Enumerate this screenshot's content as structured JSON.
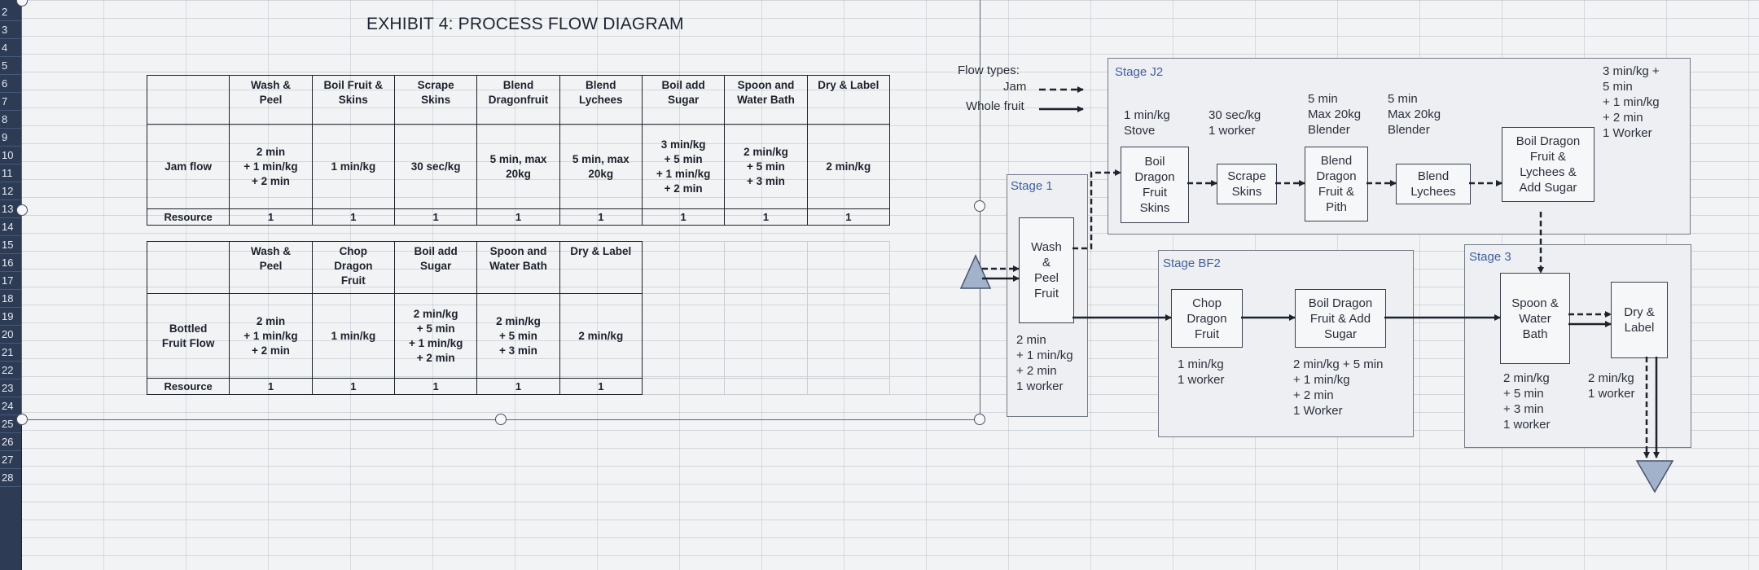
{
  "row_numbers": [
    "2",
    "3",
    "4",
    "5",
    "6",
    "7",
    "8",
    "9",
    "10",
    "11",
    "12",
    "13",
    "14",
    "15",
    "16",
    "17",
    "18",
    "19",
    "20",
    "21",
    "22",
    "23",
    "24",
    "25",
    "26",
    "27",
    "28"
  ],
  "exhibit_title": "EXHIBIT 4: PROCESS FLOW DIAGRAM",
  "jam_table": {
    "headers": [
      [
        "Wash &",
        "Peel"
      ],
      [
        "Boil Fruit &",
        "Skins"
      ],
      [
        "Scrape",
        "Skins"
      ],
      [
        "Blend",
        "Dragonfruit"
      ],
      [
        "Blend",
        "Lychees"
      ],
      [
        "Boil add",
        "Sugar"
      ],
      [
        "Spoon and",
        "Water Bath"
      ],
      [
        "Dry & Label"
      ]
    ],
    "row_label": "Jam flow",
    "values": [
      [
        "2 min",
        "+ 1 min/kg",
        "+ 2 min"
      ],
      [
        "1 min/kg"
      ],
      [
        "30 sec/kg"
      ],
      [
        "5 min, max",
        "20kg"
      ],
      [
        "5 min, max",
        "20kg"
      ],
      [
        "3 min/kg",
        "+ 5 min",
        "+ 1 min/kg",
        "+ 2 min"
      ],
      [
        "2 min/kg",
        "+ 5 min",
        "+ 3 min"
      ],
      [
        "2 min/kg"
      ]
    ],
    "resource_label": "Resource",
    "resources": [
      "1",
      "1",
      "1",
      "1",
      "1",
      "1",
      "1",
      "1"
    ]
  },
  "bottled_table": {
    "headers": [
      [
        "Wash &",
        "Peel"
      ],
      [
        "Chop",
        "Dragon",
        "Fruit"
      ],
      [
        "Boil add",
        "Sugar"
      ],
      [
        "Spoon and",
        "Water Bath"
      ],
      [
        "Dry & Label"
      ]
    ],
    "row_label": [
      "Bottled",
      "Fruit Flow"
    ],
    "values": [
      [
        "2 min",
        "+ 1 min/kg",
        "+ 2 min"
      ],
      [
        "1 min/kg"
      ],
      [
        "2 min/kg",
        "+ 5 min",
        "+ 1 min/kg",
        "+ 2 min"
      ],
      [
        "2 min/kg",
        "+ 5 min",
        "+ 3 min"
      ],
      [
        "2 min/kg"
      ]
    ],
    "resource_label": "Resource",
    "resources": [
      "1",
      "1",
      "1",
      "1",
      "1"
    ]
  },
  "flow_types": {
    "title": "Flow types:",
    "jam": "Jam",
    "whole_fruit": "Whole fruit"
  },
  "stages": {
    "j2": "Stage J2",
    "one": "Stage 1",
    "bf2": "Stage BF2",
    "three": "Stage 3"
  },
  "boxes": {
    "wash_peel": [
      "Wash",
      "&",
      "Peel",
      "Fruit"
    ],
    "boil_dragon": [
      "Boil",
      "Dragon",
      "Fruit",
      "Skins"
    ],
    "scrape_skins": [
      "Scrape",
      "Skins"
    ],
    "blend_dragon": [
      "Blend",
      "Dragon",
      "Fruit &",
      "Pith"
    ],
    "blend_lychees": [
      "Blend",
      "Lychees"
    ],
    "boil_dragon_lychees": [
      "Boil Dragon",
      "Fruit &",
      "Lychees &",
      "Add Sugar"
    ],
    "chop_dragon": [
      "Chop",
      "Dragon",
      "Fruit"
    ],
    "boil_add_sugar": [
      "Boil Dragon",
      "Fruit & Add",
      "Sugar"
    ],
    "spoon_water": [
      "Spoon &",
      "Water",
      "Bath"
    ],
    "dry_label": [
      "Dry &",
      "Label"
    ]
  },
  "notes": {
    "stove": [
      "1 min/kg",
      "Stove"
    ],
    "scrape_worker": [
      "30 sec/kg",
      "1 worker"
    ],
    "blender1": [
      "5 min",
      "Max 20kg",
      "Blender"
    ],
    "blender2": [
      "5 min",
      "Max 20kg",
      "Blender"
    ],
    "boil_lychee": [
      "3 min/kg +",
      "5 min",
      "+ 1 min/kg",
      "+ 2 min",
      "1 Worker"
    ],
    "wash": [
      "2 min",
      "+ 1 min/kg",
      "+ 2 min",
      "1 worker"
    ],
    "chop": [
      "1 min/kg",
      "1 worker"
    ],
    "boil_sugar": [
      "2 min/kg + 5 min",
      "+ 1 min/kg",
      "+ 2 min",
      "1 Worker"
    ],
    "spoon": [
      "2 min/kg",
      "+ 5 min",
      "+ 3 min",
      "1 worker"
    ],
    "dry": [
      "2 min/kg",
      "1 worker"
    ]
  }
}
